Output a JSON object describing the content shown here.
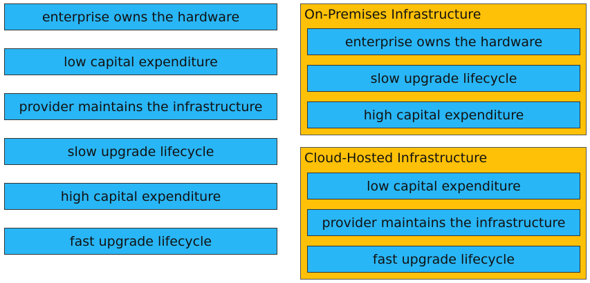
{
  "source_items": [
    "enterprise owns the hardware",
    "low capital expenditure",
    "provider maintains the infrastructure",
    "slow upgrade lifecycle",
    "high capital expenditure",
    "fast upgrade lifecycle"
  ],
  "targets": [
    {
      "title": "On-Premises Infrastructure",
      "items": [
        "enterprise owns the hardware",
        "slow upgrade lifecycle",
        "high capital expenditure"
      ]
    },
    {
      "title": "Cloud-Hosted Infrastructure",
      "items": [
        "low capital expenditure",
        "provider maintains the infrastructure",
        "fast upgrade lifecycle"
      ]
    }
  ],
  "colors": {
    "tile": "#29b6f6",
    "zone": "#ffc107",
    "background": "#ffffff"
  }
}
